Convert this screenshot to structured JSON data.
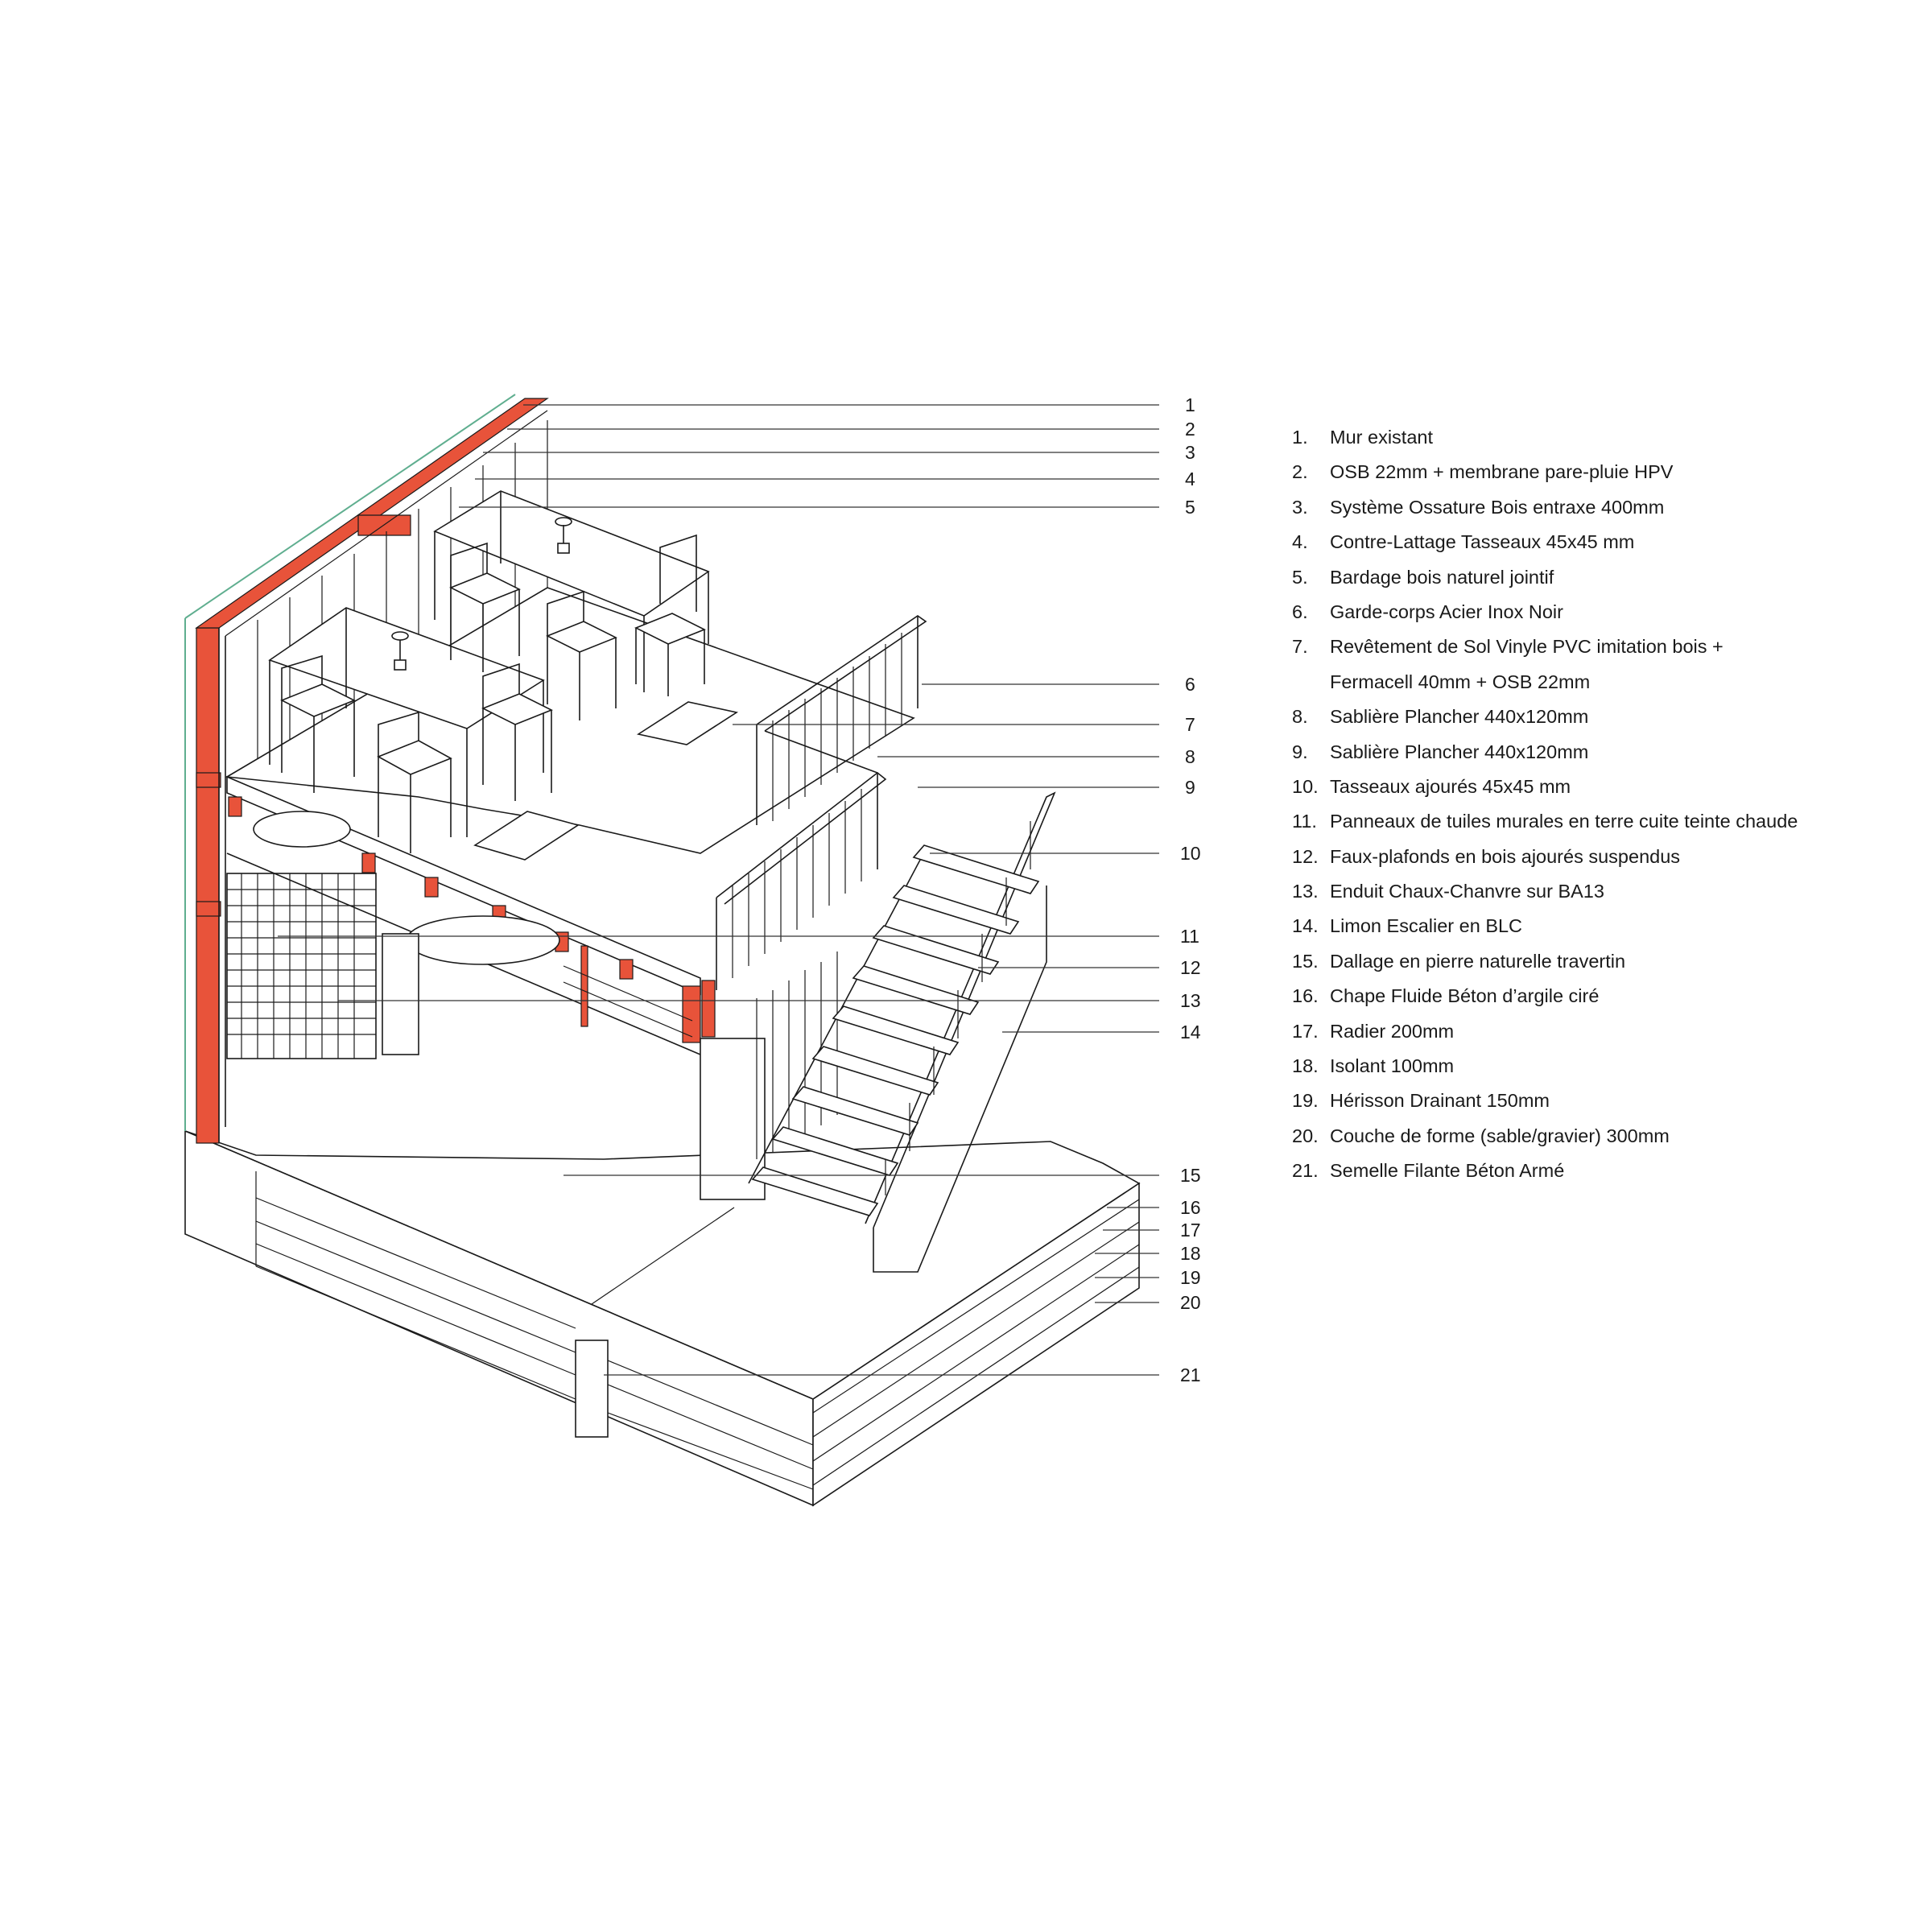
{
  "colors": {
    "structure_red": "#e8533a",
    "membrane_green": "#5fae8f",
    "line": "#1a1a1a",
    "background": "#ffffff"
  },
  "callouts": [
    "1",
    "2",
    "3",
    "4",
    "5",
    "6",
    "7",
    "8",
    "9",
    "10",
    "11",
    "12",
    "13",
    "14",
    "15",
    "16",
    "17",
    "18",
    "19",
    "20",
    "21"
  ],
  "legend": [
    {
      "num": "1.",
      "text": "Mur existant"
    },
    {
      "num": "2.",
      "text": "OSB 22mm + membrane pare-pluie HPV"
    },
    {
      "num": "3.",
      "text": "Système Ossature Bois entraxe 400mm"
    },
    {
      "num": "4.",
      "text": "Contre-Lattage Tasseaux 45x45 mm"
    },
    {
      "num": "5.",
      "text": "Bardage bois naturel jointif"
    },
    {
      "num": "6.",
      "text": "Garde-corps Acier Inox Noir"
    },
    {
      "num": "7.",
      "text": "Revêtement de Sol Vinyle PVC imitation bois +"
    },
    {
      "num": "",
      "text": "Fermacell 40mm + OSB 22mm"
    },
    {
      "num": "8.",
      "text": "Sablière Plancher 440x120mm"
    },
    {
      "num": "9.",
      "text": "Sablière Plancher 440x120mm"
    },
    {
      "num": "10.",
      "text": "Tasseaux ajourés 45x45 mm"
    },
    {
      "num": "11.",
      "text": "Panneaux de tuiles murales en terre cuite teinte chaude"
    },
    {
      "num": "12.",
      "text": "Faux-plafonds en bois ajourés suspendus"
    },
    {
      "num": "13.",
      "text": "Enduit Chaux-Chanvre sur BA13"
    },
    {
      "num": "14.",
      "text": "Limon Escalier en BLC"
    },
    {
      "num": "15.",
      "text": "Dallage en pierre naturelle travertin"
    },
    {
      "num": "16.",
      "text": "Chape Fluide Béton d’argile ciré"
    },
    {
      "num": "17.",
      "text": "Radier 200mm"
    },
    {
      "num": "18.",
      "text": "Isolant 100mm"
    },
    {
      "num": "19.",
      "text": "Hérisson Drainant 150mm"
    },
    {
      "num": "20.",
      "text": "Couche de forme (sable/gravier) 300mm"
    },
    {
      "num": "21.",
      "text": "Semelle Filante Béton Armé"
    }
  ]
}
